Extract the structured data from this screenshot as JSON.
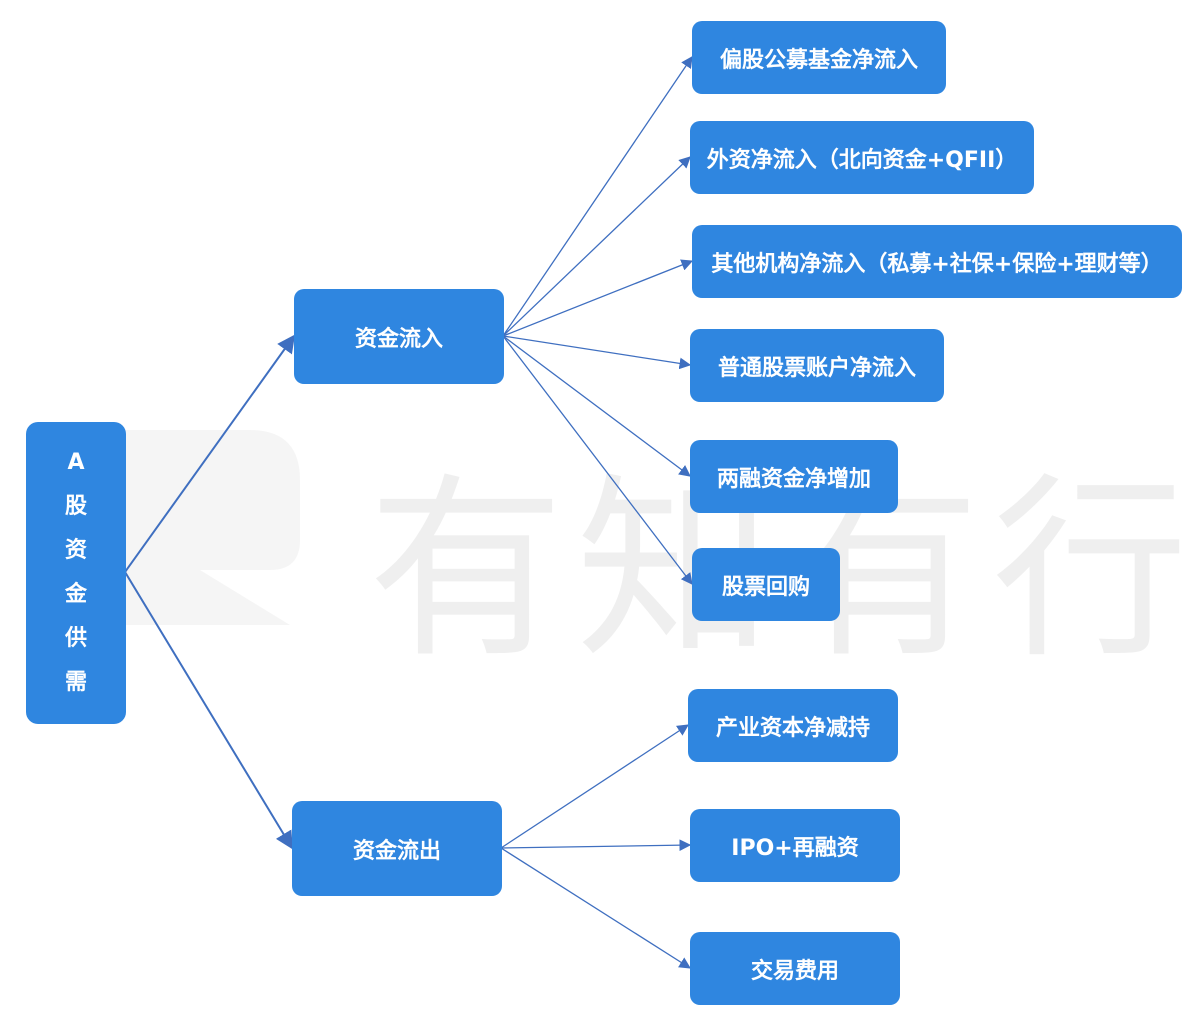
{
  "watermark": {
    "text": "有知有行"
  },
  "root": {
    "chars": [
      "A",
      "股",
      "资",
      "金",
      "供",
      "需"
    ]
  },
  "branches": {
    "inflow": {
      "label": "资金流入",
      "children": [
        "偏股公募基金净流入",
        "外资净流入（北向资金+QFII）",
        "其他机构净流入（私募+社保+保险+理财等）",
        "普通股票账户净流入",
        "两融资金净增加",
        "股票回购"
      ]
    },
    "outflow": {
      "label": "资金流出",
      "children": [
        "产业资本净减持",
        "IPO+再融资",
        "交易费用"
      ]
    }
  },
  "colors": {
    "node_fill": "#2f86e0",
    "node_text": "#ffffff",
    "edge": "#3f6fc0",
    "watermark": "#e3e3e3"
  }
}
